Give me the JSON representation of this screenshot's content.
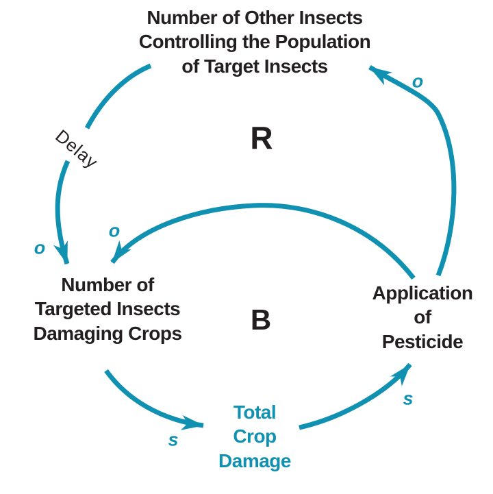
{
  "diagram": {
    "type": "causal-loop-diagram",
    "colors": {
      "arrow": "#1191b2",
      "text": "#231f20",
      "accent_node": "#1191b2"
    },
    "nodes": {
      "other_insects": {
        "label": "Number of Other Insects\nControlling the Population\nof Target Insects"
      },
      "targeted_insects": {
        "label": "Number of\nTargeted Insects\nDamaging Crops"
      },
      "pesticide": {
        "label": "Application\nof\nPesticide"
      },
      "crop_damage": {
        "label": "Total\nCrop\nDamage"
      }
    },
    "loops": {
      "reinforcing": "R",
      "balancing": "B"
    },
    "edges": [
      {
        "from": "other_insects",
        "to": "targeted_insects",
        "polarity": "o",
        "delay": true,
        "delay_label": "Delay"
      },
      {
        "from": "pesticide",
        "to": "targeted_insects",
        "polarity": "o",
        "delay": false
      },
      {
        "from": "pesticide",
        "to": "other_insects",
        "polarity": "o",
        "delay": false
      },
      {
        "from": "targeted_insects",
        "to": "crop_damage",
        "polarity": "s",
        "delay": false
      },
      {
        "from": "crop_damage",
        "to": "pesticide",
        "polarity": "s",
        "delay": false
      }
    ]
  }
}
